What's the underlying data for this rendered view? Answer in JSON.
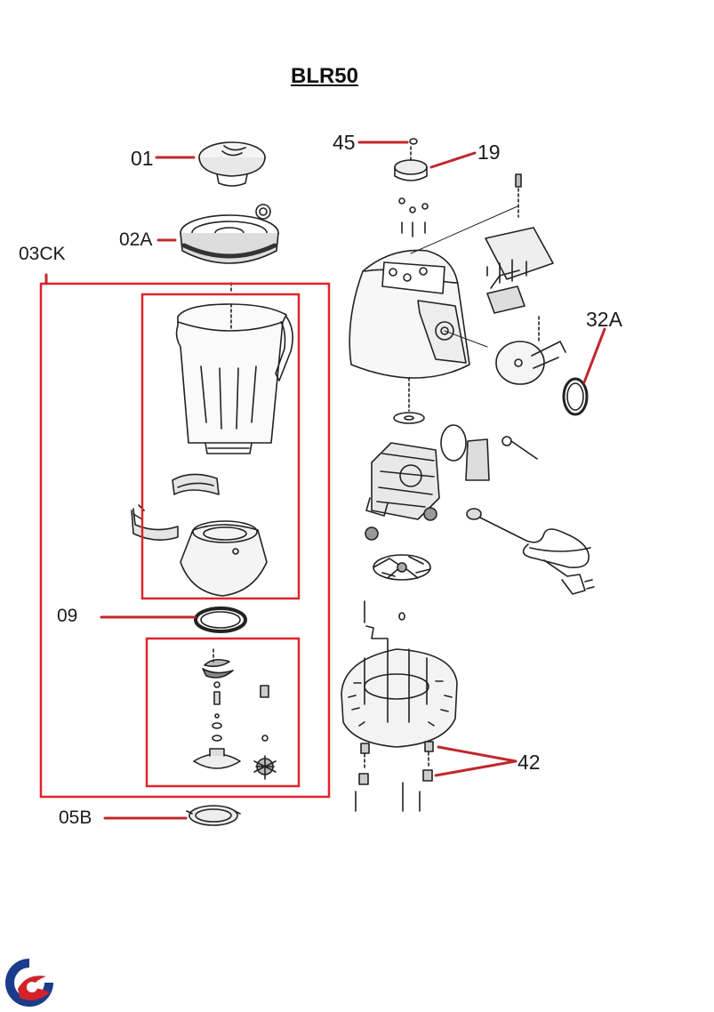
{
  "title": "BLR50",
  "labels": {
    "p01": "01",
    "p02a": "02A",
    "p03ck": "03CK",
    "p09": "09",
    "p05b": "05B",
    "p45": "45",
    "p19": "19",
    "p32a": "32A",
    "p42": "42"
  },
  "colors": {
    "leader": "#c0282d",
    "box": "#e0242a",
    "line_art": "#222222",
    "logo_blue": "#1b3c8c",
    "logo_red": "#d2232a"
  },
  "icons": {
    "logo": "brand-swirl-logo"
  }
}
